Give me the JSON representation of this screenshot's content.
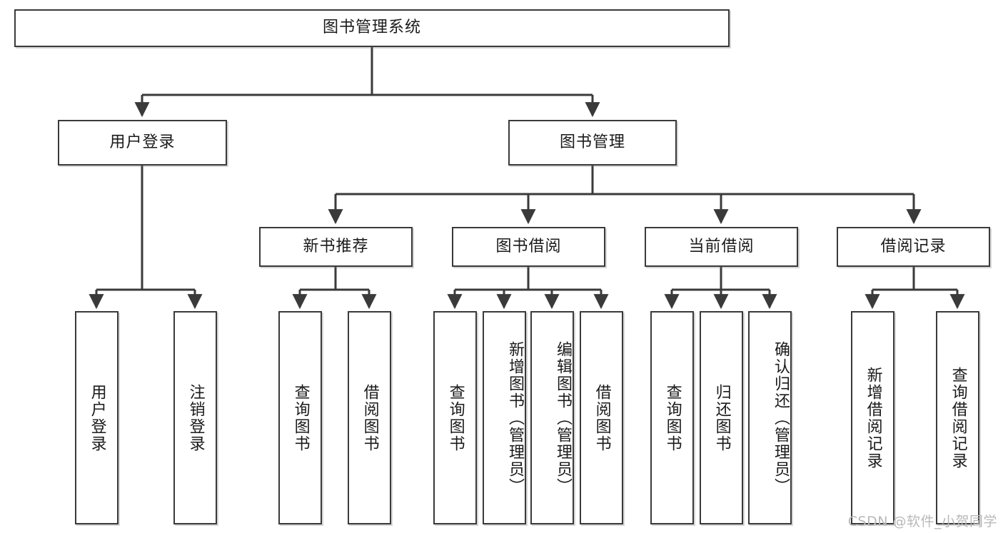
{
  "diagram": {
    "title": "图书管理系统",
    "watermark": "CSDN @软件_小贺同学",
    "levels": {
      "root": {
        "label": "图书管理系统"
      },
      "level2": [
        {
          "label": "用户登录"
        },
        {
          "label": "图书管理"
        }
      ],
      "level3": [
        {
          "label": "新书推荐"
        },
        {
          "label": "图书借阅"
        },
        {
          "label": "当前借阅"
        },
        {
          "label": "借阅记录"
        }
      ],
      "leaves": [
        {
          "label": "用户登录"
        },
        {
          "label": "注销登录"
        },
        {
          "label": "查询图书"
        },
        {
          "label": "借阅图书"
        },
        {
          "label": "查询图书"
        },
        {
          "label": "新增图书（管理员）"
        },
        {
          "label": "编辑图书（管理员）"
        },
        {
          "label": "借阅图书"
        },
        {
          "label": "查询图书"
        },
        {
          "label": "归还图书"
        },
        {
          "label": "确认归还（管理员）"
        },
        {
          "label": "新增借阅记录"
        },
        {
          "label": "查询借阅记录"
        }
      ]
    },
    "colors": {
      "stroke": "#3a3a3a",
      "fill": "#ffffff",
      "text": "#1a1a1a",
      "watermark": "#b9b9b9"
    }
  }
}
